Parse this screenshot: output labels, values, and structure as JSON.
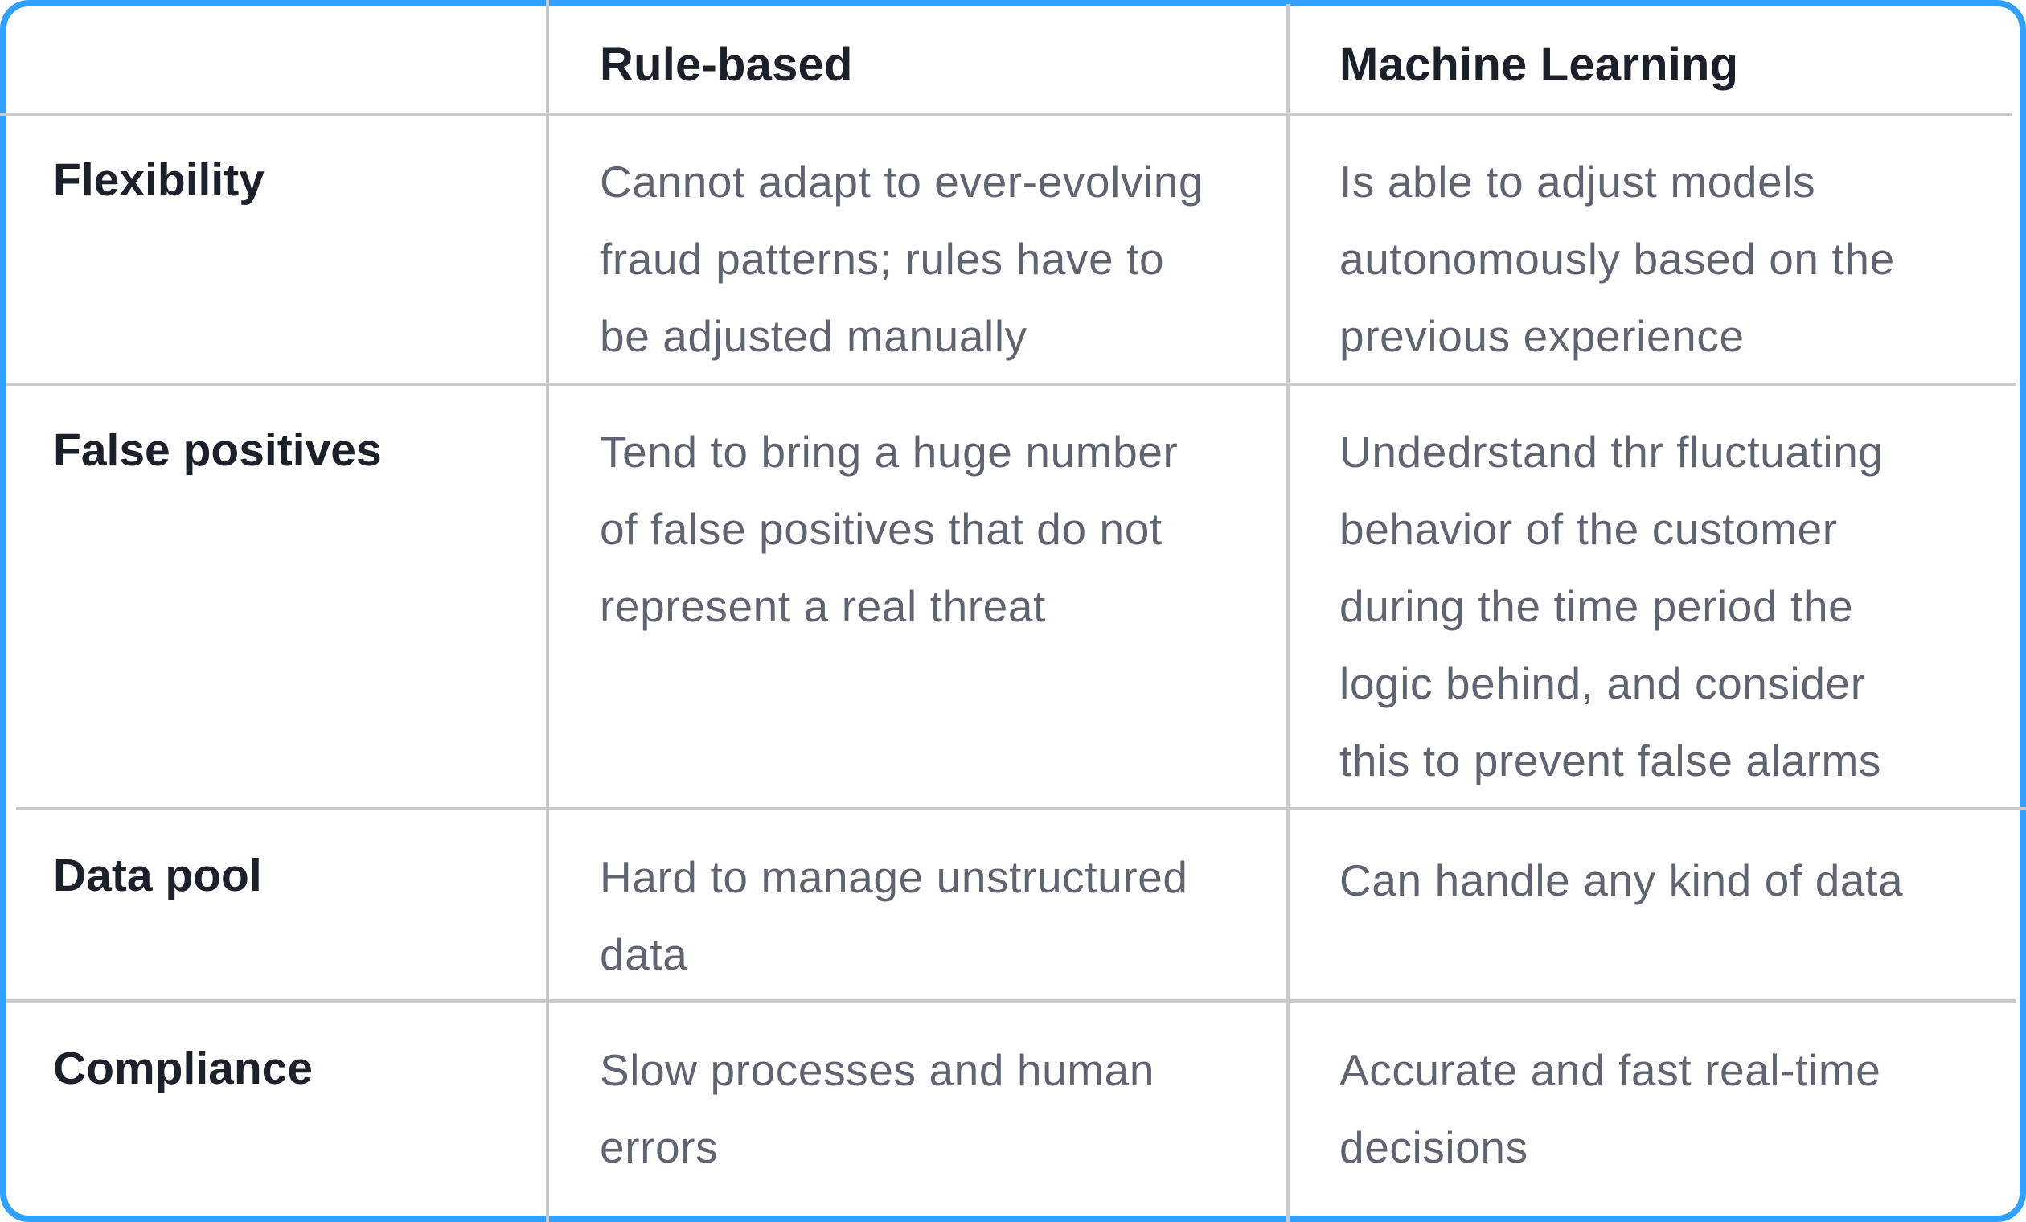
{
  "table": {
    "columns": [
      {
        "label": ""
      },
      {
        "label": "Rule-based"
      },
      {
        "label": "Machine Learning"
      }
    ],
    "rows": [
      {
        "label": "Flexibility",
        "rule_based": [
          "Cannot adapt to ever-evolving",
          "fraud patterns; rules have to",
          "be adjusted manually"
        ],
        "machine_learning": [
          "Is able to adjust models",
          "autonomously based on the",
          "previous experience"
        ]
      },
      {
        "label": "False positives",
        "rule_based": [
          "Tend to bring a huge number",
          "of false positives that do not",
          "represent a real threat"
        ],
        "machine_learning": [
          "Undedrstand thr fluctuating",
          "behavior of the customer",
          "during the time period the",
          "logic behind, and consider",
          "this to prevent false alarms"
        ]
      },
      {
        "label": "Data pool",
        "rule_based": [
          "Hard to manage unstructured",
          "data"
        ],
        "machine_learning": [
          "Can handle any kind of data"
        ]
      },
      {
        "label": "Compliance",
        "rule_based": [
          "Slow processes and human",
          "errors"
        ],
        "machine_learning": [
          "Accurate and fast real-time",
          "decisions"
        ]
      }
    ]
  },
  "colors": {
    "border": "#32a0ff",
    "grid": "#c9cacd",
    "heading_text": "#1b202a",
    "body_text": "#5f6470"
  }
}
